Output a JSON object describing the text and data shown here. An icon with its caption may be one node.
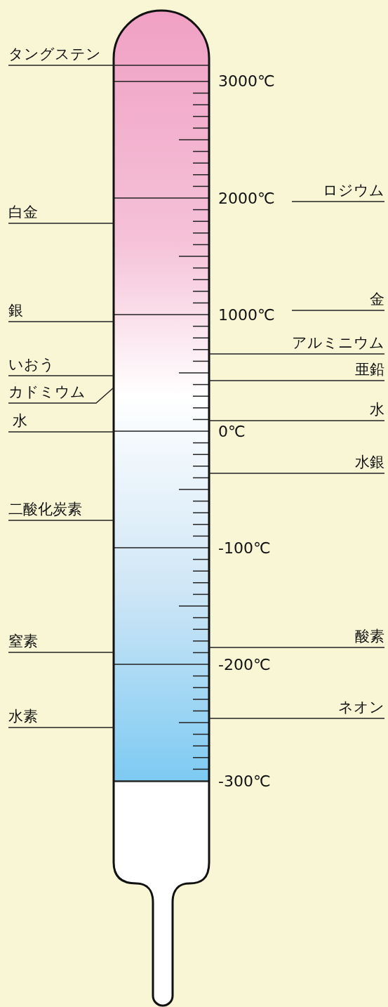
{
  "diagram": {
    "nodes": [
      {
        "text": [],
        "shape": "thermometer"
      },
      {
        "text": [
          "タングステン"
        ]
      },
      {
        "text": [
          "白金"
        ]
      },
      {
        "text": [
          "銀"
        ]
      },
      {
        "text": [
          "いおう"
        ]
      },
      {
        "text": [
          "カドミウム"
        ]
      },
      {
        "text": [
          "水"
        ]
      },
      {
        "text": [
          "二酸化炭素"
        ]
      },
      {
        "text": [
          "窒素"
        ]
      },
      {
        "text": [
          "水素"
        ]
      },
      {
        "text": [
          "ロジウム"
        ]
      },
      {
        "text": [
          "金"
        ]
      },
      {
        "text": [
          "アルミニウム"
        ]
      },
      {
        "text": [
          "亜鉛"
        ]
      },
      {
        "text": [
          "水"
        ]
      },
      {
        "text": [
          "水銀"
        ]
      },
      {
        "text": [
          "酸素"
        ]
      },
      {
        "text": [
          "ネオン"
        ]
      }
    ],
    "edges": [
      {
        "from": 1,
        "to": 0,
        "arrow": "none"
      },
      {
        "from": 2,
        "to": 0,
        "arrow": "none"
      },
      {
        "from": 3,
        "to": 0,
        "arrow": "none"
      },
      {
        "from": 4,
        "to": 0,
        "arrow": "none"
      },
      {
        "from": 5,
        "to": 0,
        "arrow": "none"
      },
      {
        "from": 6,
        "to": 0,
        "arrow": "none"
      },
      {
        "from": 7,
        "to": 0,
        "arrow": "none"
      },
      {
        "from": 8,
        "to": 0,
        "arrow": "none"
      },
      {
        "from": 9,
        "to": 0,
        "arrow": "none"
      },
      {
        "from": 10,
        "to": null,
        "arrow": "none"
      },
      {
        "from": 11,
        "to": null,
        "arrow": "none"
      },
      {
        "from": 12,
        "to": 0,
        "arrow": "none"
      },
      {
        "from": 13,
        "to": 0,
        "arrow": "none"
      },
      {
        "from": 14,
        "to": 0,
        "arrow": "none"
      },
      {
        "from": 15,
        "to": 0,
        "arrow": "none"
      },
      {
        "from": 16,
        "to": 0,
        "arrow": "none"
      },
      {
        "from": 17,
        "to": 0,
        "arrow": "none"
      }
    ],
    "labels": [
      "3000℃",
      "2000℃",
      "1000℃",
      "0℃",
      "-100℃",
      "-200℃",
      "-300℃"
    ]
  }
}
